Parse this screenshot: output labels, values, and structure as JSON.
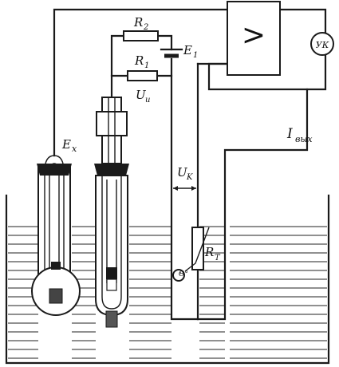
{
  "labels": {
    "r2": "R",
    "r2_sub": "2",
    "r1": "R",
    "r1_sub": "1",
    "e1": "E",
    "e1_sub": "1",
    "ui": "U",
    "ui_sub": "и",
    "ex": "E",
    "ex_sub": "x",
    "uk": "U",
    "uk_sub": "K",
    "rt": "R",
    "rt_sub": "T",
    "iout": "I",
    "iout_sub": "вых",
    "indicator": "УК",
    "amplifier_symbol": ">",
    "thermometer_symbol": "Θ°"
  },
  "colors": {
    "ink": "#1a1a1a",
    "paper": "#ffffff"
  }
}
